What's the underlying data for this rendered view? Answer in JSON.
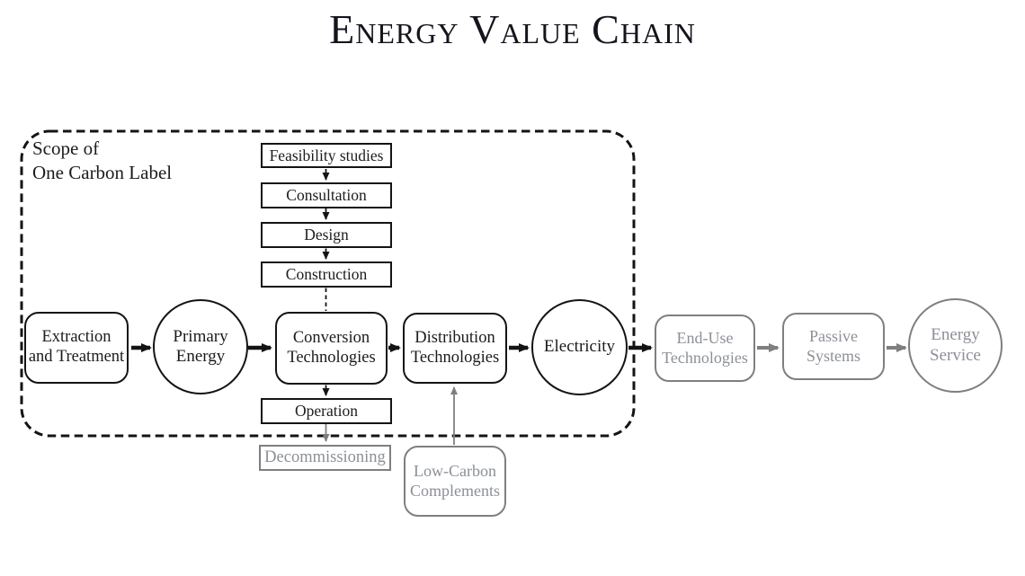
{
  "title": "Energy Value Chain",
  "scope_label": {
    "line1": "Scope of",
    "line2": "One Carbon Label"
  },
  "lifecycle": {
    "pre": [
      "Feasibility studies",
      "Consultation",
      "Design",
      "Construction"
    ],
    "operation": "Operation",
    "decommissioning": "Decommissioning"
  },
  "chain": {
    "extraction": "Extraction and Treatment",
    "primary_energy": "Primary Energy",
    "conversion": "Conversion Technologies",
    "distribution": "Distribution Technologies",
    "electricity": "Electricity",
    "end_use": "End-Use Technologies",
    "passive_systems": "Passive Systems",
    "energy_service": "Energy Service"
  },
  "complements": {
    "low_carbon": "Low-Carbon Complements"
  },
  "colors": {
    "in_scope": "#141414",
    "out_of_scope_border": "#7f7f7f",
    "out_of_scope_text": "#8c9097",
    "title_text": "#14141d"
  }
}
